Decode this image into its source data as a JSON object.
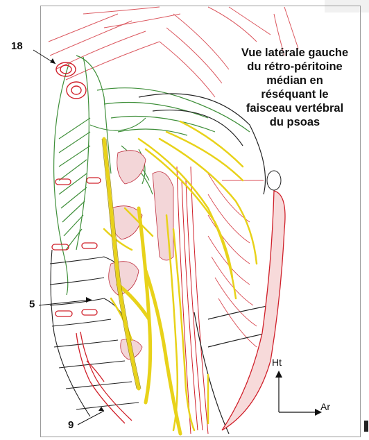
{
  "title": {
    "lines": [
      "Vue latérale gauche",
      "du rétro-péritoine",
      "médian en",
      "réséquant le",
      "faisceau vertébral",
      "du psoas"
    ]
  },
  "labels": {
    "l18": "18",
    "l5": "5",
    "l9": "9"
  },
  "axes": {
    "up": "Ht",
    "right": "Ar"
  },
  "colors": {
    "muscle_green": "#3f8f3a",
    "vessel_red": "#d0202a",
    "nerve_yellow": "#e8d21a",
    "outline": "#222222"
  }
}
